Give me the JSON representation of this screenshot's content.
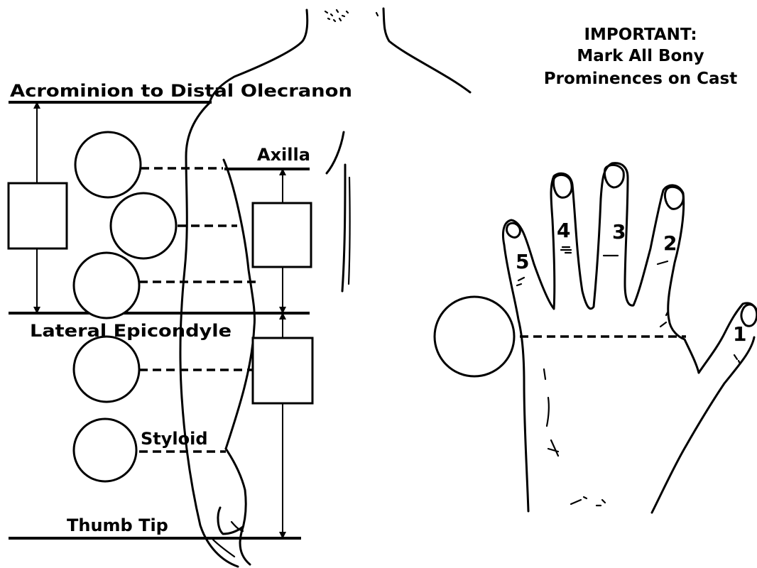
{
  "notice": {
    "line1": "IMPORTANT:",
    "line2": "Mark All Bony",
    "line3": "Prominences on Cast"
  },
  "arm_labels": {
    "acromion": "Acrominion to Distal Olecranon",
    "axilla": "Axilla",
    "lateral_epicondyle": "Lateral Epicondyle",
    "styloid": "Styloid",
    "thumb_tip": "Thumb Tip"
  },
  "finger_numbers": [
    "1",
    "2",
    "3",
    "4",
    "5"
  ]
}
